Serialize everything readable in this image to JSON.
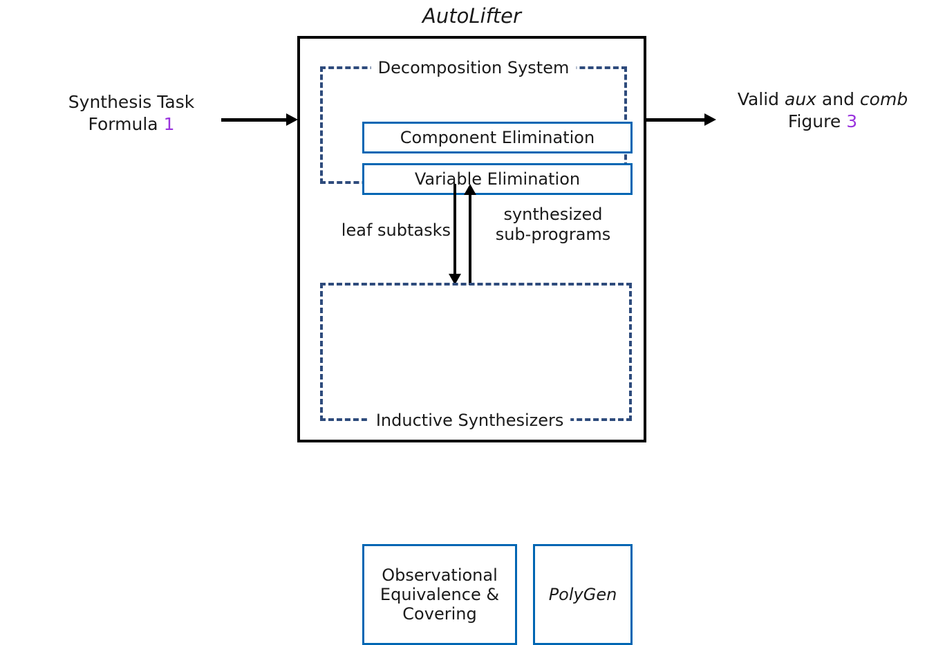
{
  "diagram": {
    "title": "AutoLifter",
    "input": {
      "line1": "Synthesis Task",
      "line2_text": "Formula",
      "line2_ref": "1"
    },
    "output": {
      "line1_prefix": "Valid ",
      "line1_em1": "aux",
      "line1_mid": " and ",
      "line1_em2": "comb",
      "line2_text": "Figure",
      "line2_ref": "3"
    },
    "decomposition_system": {
      "label": "Decomposition System",
      "boxes": [
        {
          "label": "Component Elimination"
        },
        {
          "label": "Variable Elimination"
        }
      ]
    },
    "inductive_synthesizers": {
      "label": "Inductive Synthesizers",
      "boxes": [
        {
          "label": "Observational Equivalence & Covering"
        },
        {
          "label": "PolyGen"
        }
      ]
    },
    "arrows": {
      "down_label": "leaf subtasks",
      "up_label_line1": "synthesized",
      "up_label_line2": "sub-programs"
    },
    "colors": {
      "outer_border": "#000000",
      "dashed_border": "#2e4b7c",
      "blue_box_border": "#0066b3",
      "reference_number": "#9933dd",
      "text": "#1a1a1a",
      "background": "#ffffff"
    }
  }
}
